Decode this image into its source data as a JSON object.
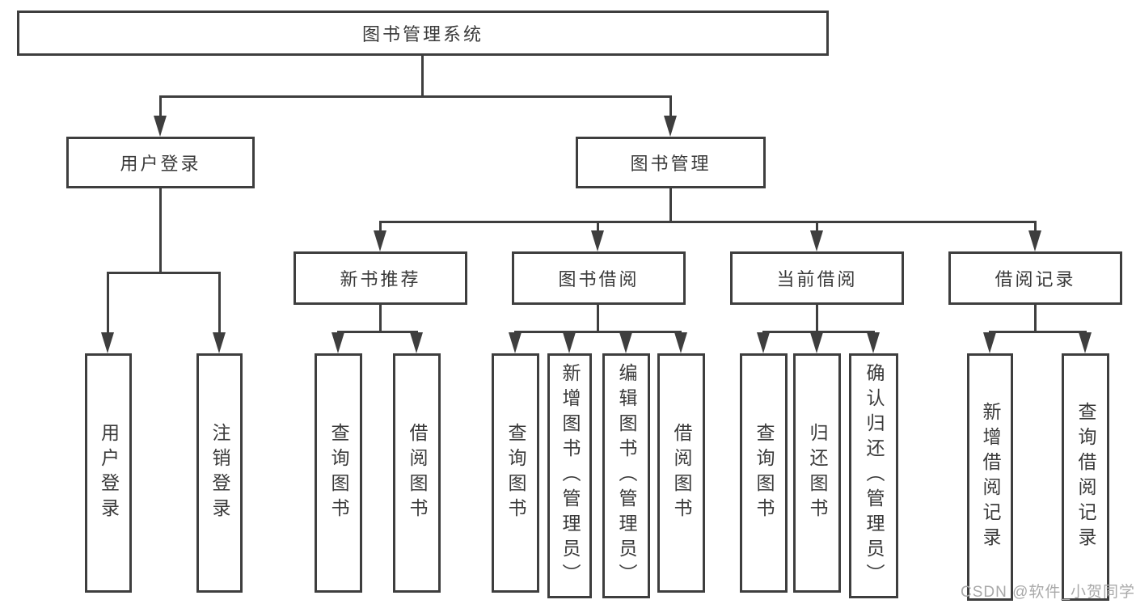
{
  "diagram": {
    "title": "图书管理系统",
    "branches": [
      {
        "label": "用户登录",
        "children": [
          {
            "label": "用户登录"
          },
          {
            "label": "注销登录"
          }
        ]
      },
      {
        "label": "图书管理",
        "sections": [
          {
            "label": "新书推荐",
            "children": [
              {
                "label": "查询图书"
              },
              {
                "label": "借阅图书"
              }
            ]
          },
          {
            "label": "图书借阅",
            "children": [
              {
                "label": "查询图书"
              },
              {
                "label": "新增图书（管理员）"
              },
              {
                "label": "编辑图书（管理员）"
              },
              {
                "label": "借阅图书"
              }
            ]
          },
          {
            "label": "当前借阅",
            "children": [
              {
                "label": "查询图书"
              },
              {
                "label": "归还图书"
              },
              {
                "label": "确认归还（管理员）"
              }
            ]
          },
          {
            "label": "借阅记录",
            "children": [
              {
                "label": "新增借阅记录"
              },
              {
                "label": "查询借阅记录"
              }
            ]
          }
        ]
      }
    ]
  },
  "watermark": {
    "text": "CSDN @软件_小贺同学"
  },
  "colors": {
    "line": "#3e3e3e",
    "text": "#3a3a3a",
    "watermark": "#a9a9a9",
    "background": "#ffffff"
  }
}
